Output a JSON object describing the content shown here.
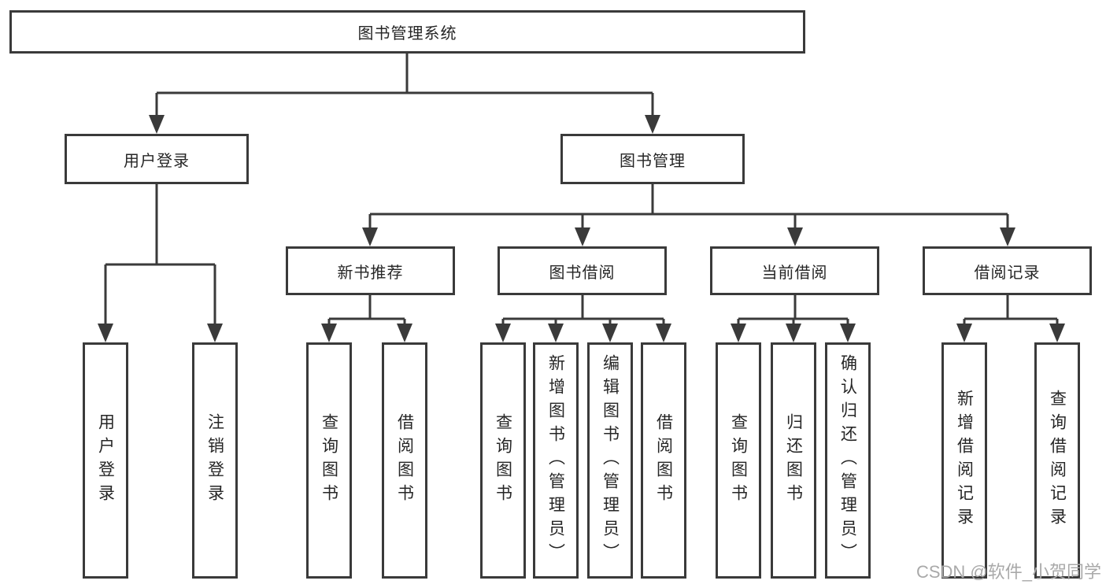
{
  "diagram": {
    "root": {
      "label": "图书管理系统"
    },
    "level2": [
      {
        "label": "用户登录"
      },
      {
        "label": "图书管理"
      }
    ],
    "level3": [
      {
        "label": "新书推荐"
      },
      {
        "label": "图书借阅"
      },
      {
        "label": "当前借阅"
      },
      {
        "label": "借阅记录"
      }
    ],
    "leaves": [
      {
        "label": "用户登录"
      },
      {
        "label": "注销登录"
      },
      {
        "label": "查询图书"
      },
      {
        "label": "借阅图书"
      },
      {
        "label": "查询图书"
      },
      {
        "label": "新增图书（管理员）"
      },
      {
        "label": "编辑图书（管理员）"
      },
      {
        "label": "借阅图书"
      },
      {
        "label": "查询图书"
      },
      {
        "label": "归还图书"
      },
      {
        "label": "确认归还（管理员）"
      },
      {
        "label": "新增借阅记录"
      },
      {
        "label": "查询借阅记录"
      }
    ]
  },
  "watermark": "CSDN @软件_小贺同学",
  "colors": {
    "line": "#3a3a3a",
    "border": "#3a3a3a",
    "text": "#262626",
    "watermark": "#a9a9a9",
    "background": "#ffffff"
  }
}
